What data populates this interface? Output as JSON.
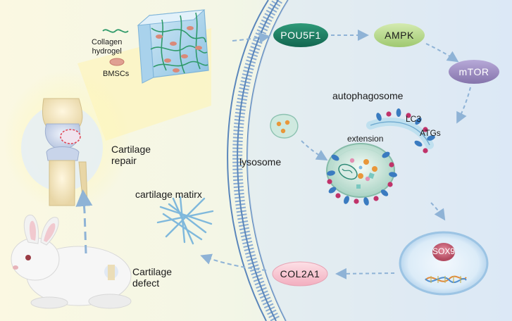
{
  "legend": {
    "collagen_label_1": "Collagen",
    "collagen_label_2": "hydrogel",
    "bmsc_label": "BMSCs"
  },
  "labels": {
    "cartilage_repair_1": "Cartilage",
    "cartilage_repair_2": "repair",
    "cartilage_defect_1": "Cartilage",
    "cartilage_defect_2": "defect",
    "cartilage_matrix": "cartilage matirx",
    "autophagosome": "autophagosome",
    "lysosome": "lysosome",
    "extension": "extension",
    "lc3": "LC3",
    "atgs": "ATGs",
    "sox9": "SOX9"
  },
  "nodes": {
    "pou5f1": "POU5F1",
    "ampk": "AMPK",
    "mtor": "mTOR",
    "col2a1": "COL2A1"
  },
  "colors": {
    "pou5f1": "#1e7f63",
    "ampk": "#b6d88a",
    "mtor": "#9b8bbf",
    "col2a1": "#f7c9d2",
    "sox9": "#c25a6e",
    "arrow": "#8fb3d6",
    "membrane": "#6b93c4",
    "bg_left": "#fbf7dc",
    "bg_right": "#e4eef7"
  }
}
